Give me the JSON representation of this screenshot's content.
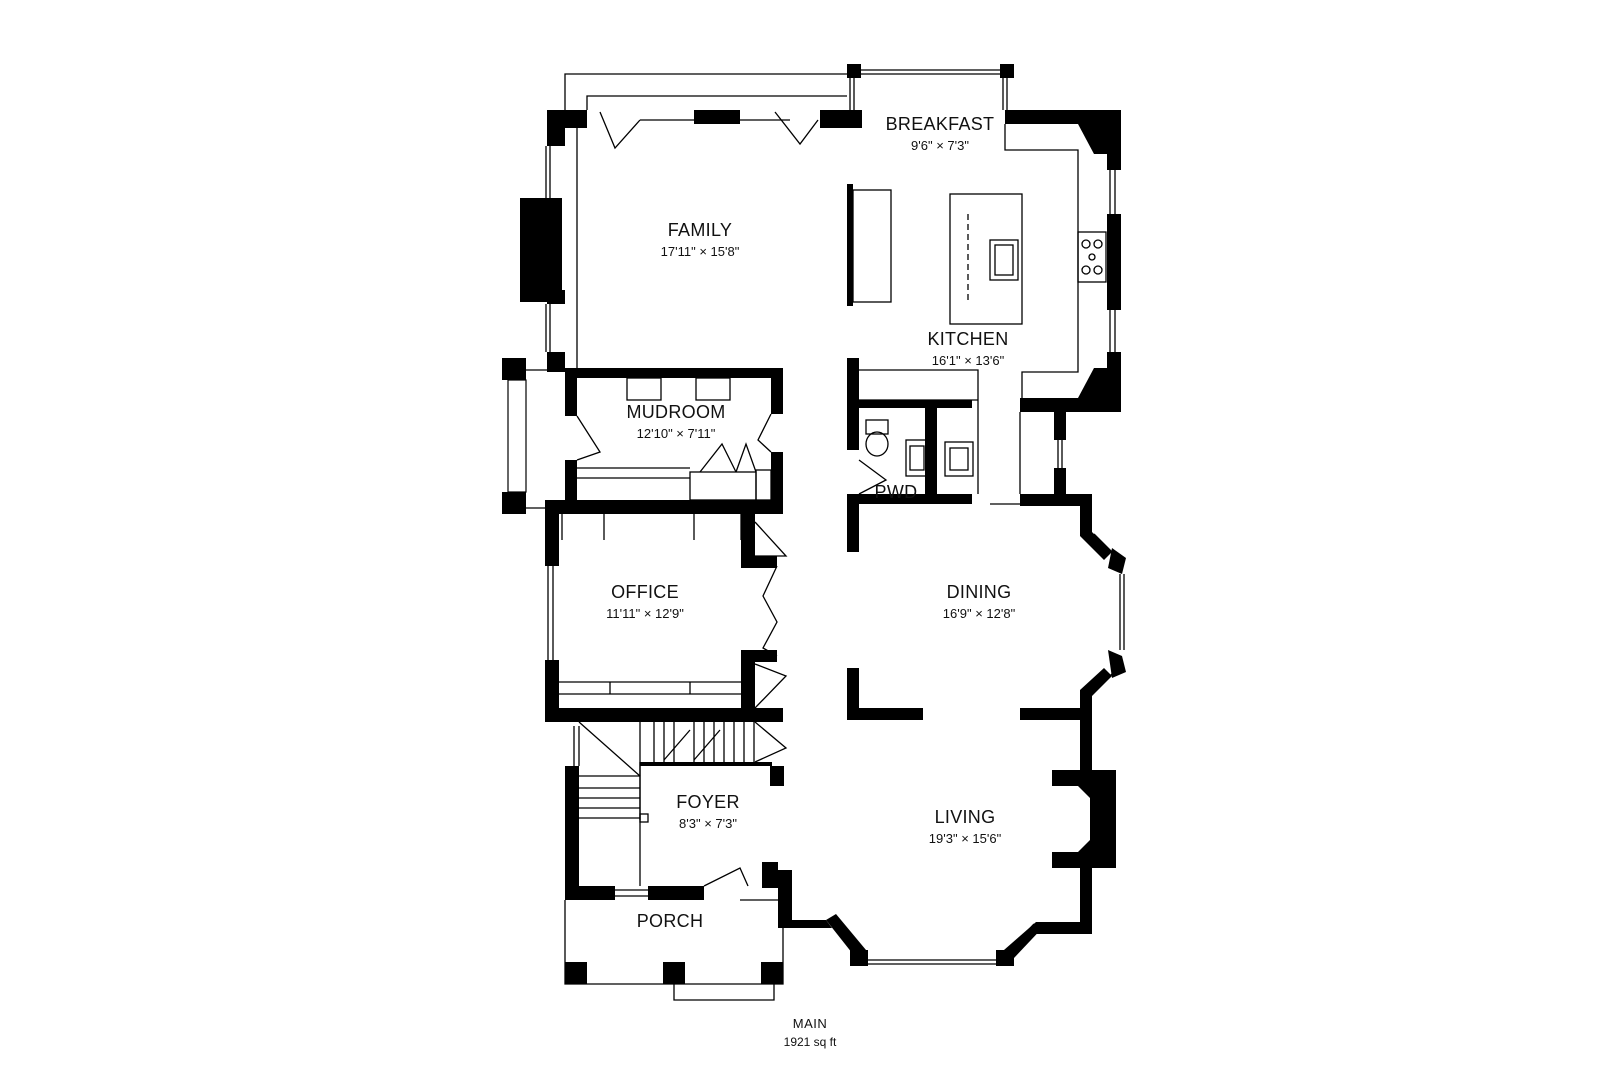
{
  "plan": {
    "rooms": [
      {
        "key": "breakfast",
        "name": "BREAKFAST",
        "dims": "9'6\" × 7'3\""
      },
      {
        "key": "family",
        "name": "FAMILY",
        "dims": "17'11\" × 15'8\""
      },
      {
        "key": "kitchen",
        "name": "KITCHEN",
        "dims": "16'1\" × 13'6\""
      },
      {
        "key": "mudroom",
        "name": "MUDROOM",
        "dims": "12'10\" × 7'11\""
      },
      {
        "key": "pwd",
        "name": "PWD",
        "dims": ""
      },
      {
        "key": "office",
        "name": "OFFICE",
        "dims": "11'11\" × 12'9\""
      },
      {
        "key": "dining",
        "name": "DINING",
        "dims": "16'9\" × 12'8\""
      },
      {
        "key": "foyer",
        "name": "FOYER",
        "dims": "8'3\" × 7'3\""
      },
      {
        "key": "living",
        "name": "LIVING",
        "dims": "19'3\" × 15'6\""
      },
      {
        "key": "porch",
        "name": "PORCH",
        "dims": ""
      }
    ],
    "level": "MAIN",
    "area": "1921 sq ft"
  }
}
